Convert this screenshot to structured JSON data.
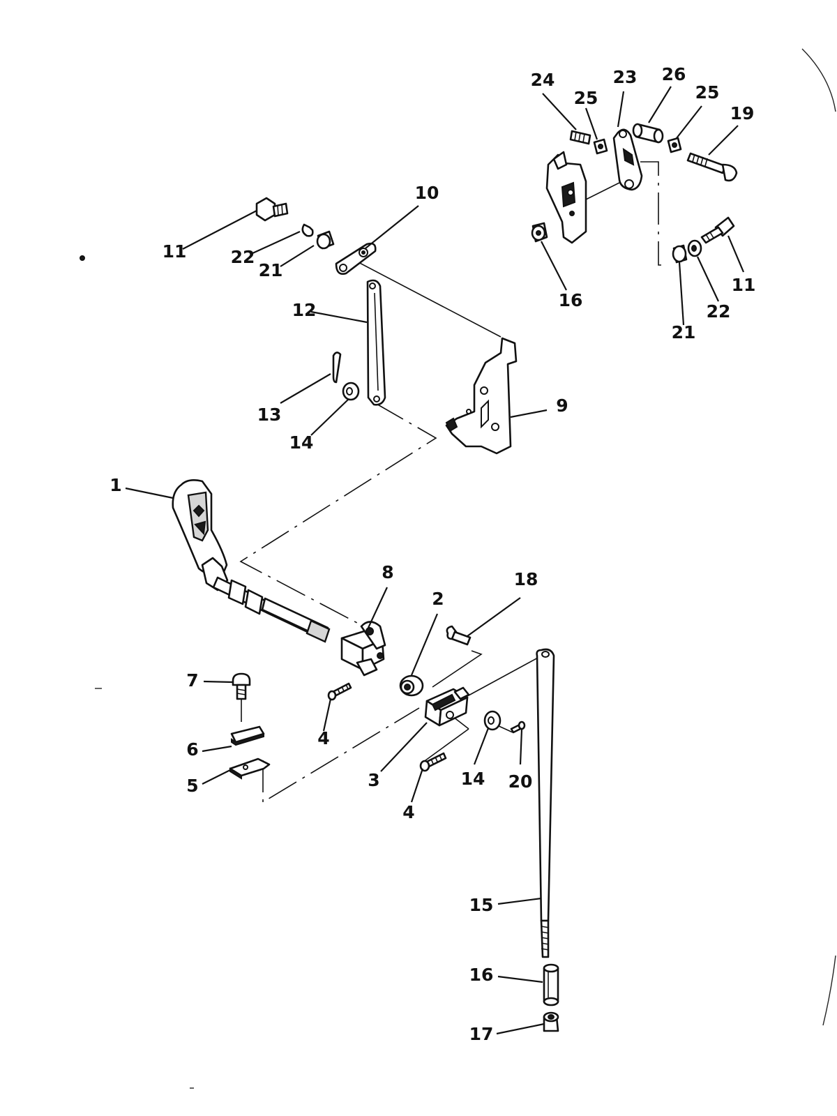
{
  "callouts": {
    "c1": "1",
    "c2": "2",
    "c3": "3",
    "c4a": "4",
    "c4b": "4",
    "c5": "5",
    "c6": "6",
    "c7": "7",
    "c8": "8",
    "c9": "9",
    "c10": "10",
    "c11a": "11",
    "c11b": "11",
    "c12": "12",
    "c13": "13",
    "c14a": "14",
    "c14b": "14",
    "c15": "15",
    "c16a": "16",
    "c16b": "16",
    "c17": "17",
    "c18": "18",
    "c19": "19",
    "c20": "20",
    "c21a": "21",
    "c21b": "21",
    "c22a": "22",
    "c22b": "22",
    "c23": "23",
    "c24": "24",
    "c25a": "25",
    "c25b": "25",
    "c26": "26"
  }
}
